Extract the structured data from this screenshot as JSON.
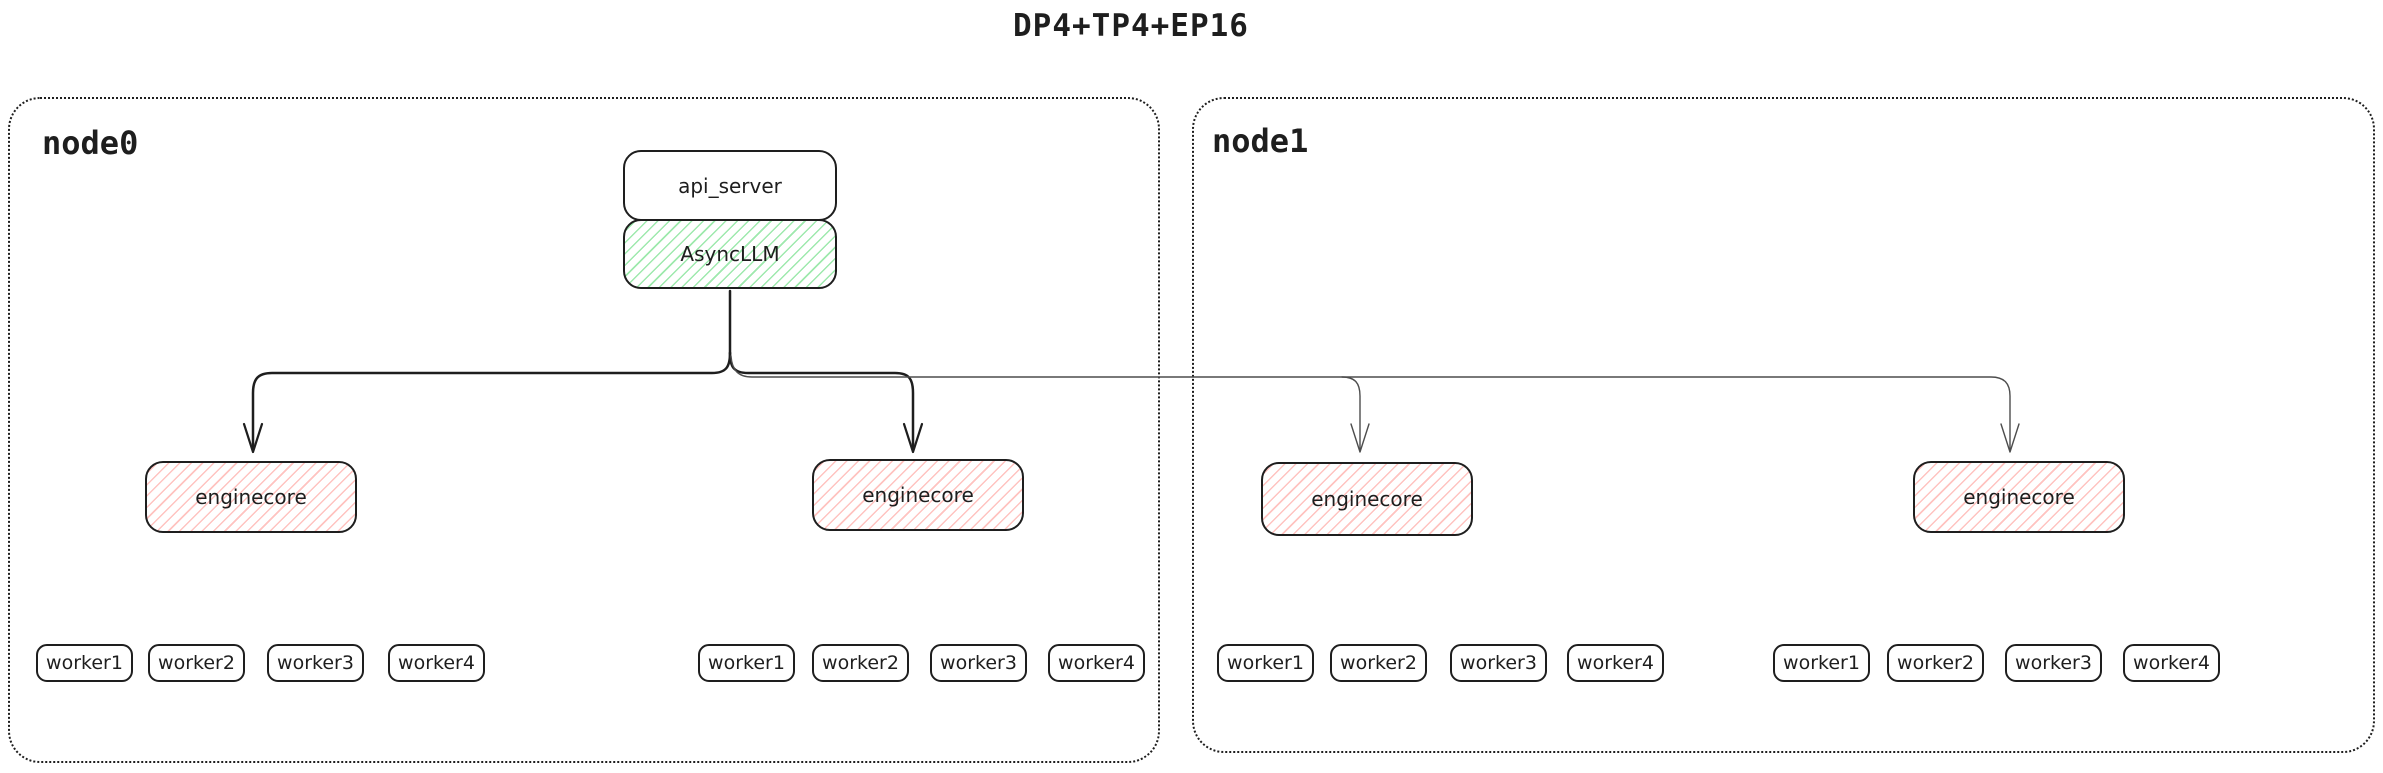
{
  "title": "DP4+TP4+EP16",
  "colors": {
    "ink": "#1e1e1e",
    "thin_line": "#4d4d4d",
    "green_hatch": "#9ee9ad",
    "red_hatch": "#ffc3c0",
    "background": "#ffffff"
  },
  "nodes": [
    {
      "label": "node0",
      "api_server_label": "api_server",
      "asyncllm_label": "AsyncLLM",
      "engines": [
        {
          "label": "enginecore",
          "workers": [
            "worker1",
            "worker2",
            "worker3",
            "worker4"
          ]
        },
        {
          "label": "enginecore",
          "workers": [
            "worker1",
            "worker2",
            "worker3",
            "worker4"
          ]
        }
      ]
    },
    {
      "label": "node1",
      "engines": [
        {
          "label": "enginecore",
          "workers": [
            "worker1",
            "worker2",
            "worker3",
            "worker4"
          ]
        },
        {
          "label": "enginecore",
          "workers": [
            "worker1",
            "worker2",
            "worker3",
            "worker4"
          ]
        }
      ]
    }
  ]
}
